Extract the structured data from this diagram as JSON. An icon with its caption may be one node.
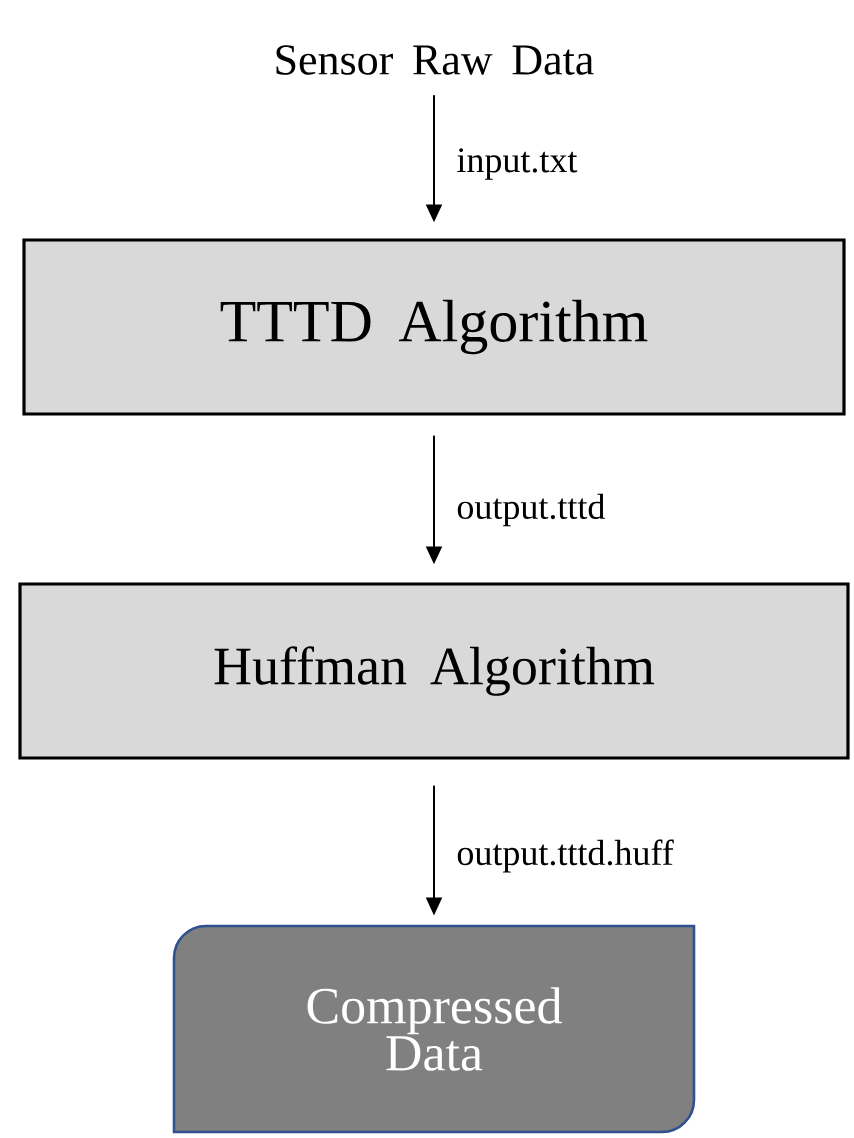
{
  "diagram": {
    "nodes": [
      {
        "text": [
          "Sensor Raw Data"
        ]
      },
      {
        "text": [
          "TTTD Algorithm"
        ]
      },
      {
        "text": [
          "Huffman Algorithm"
        ]
      },
      {
        "text": [
          "Compressed Data"
        ]
      }
    ],
    "edges": [
      {
        "from": 0,
        "to": 1,
        "arrow": "to",
        "label": "input.txt"
      },
      {
        "from": 1,
        "to": 2,
        "arrow": "to",
        "label": "output.tttd"
      },
      {
        "from": 2,
        "to": 3,
        "arrow": "to",
        "label": "output.tttd.huff"
      }
    ]
  }
}
